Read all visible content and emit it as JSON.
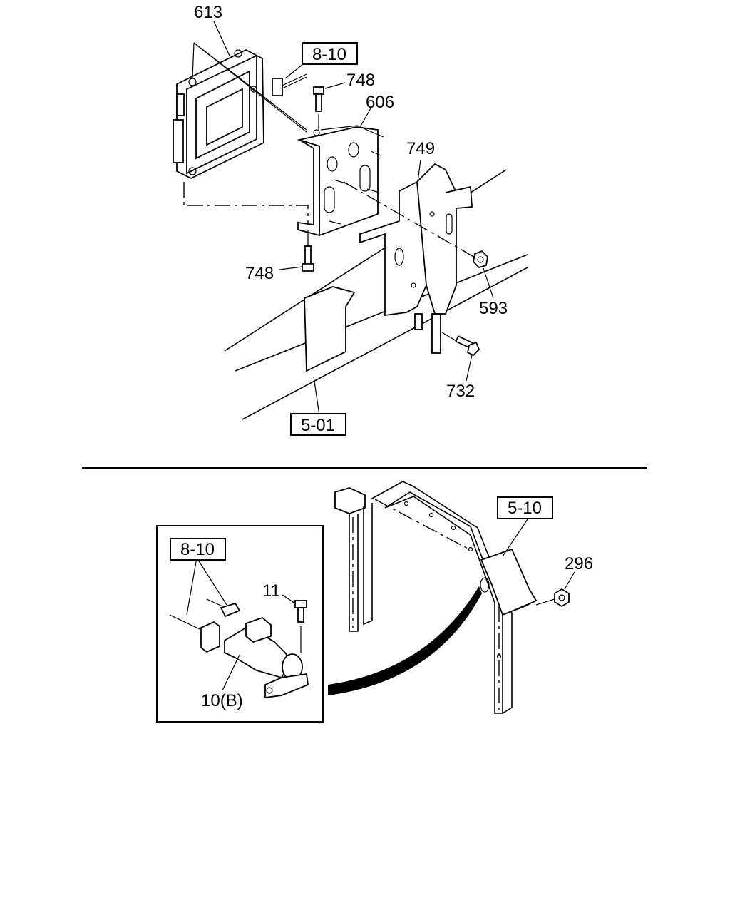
{
  "labels": {
    "p613": "613",
    "p748_top": "748",
    "p606": "606",
    "p749": "749",
    "p748_bottom": "748",
    "p593": "593",
    "p732": "732",
    "p11": "11",
    "p10b": "10(B)",
    "p296": "296"
  },
  "ref_boxes": {
    "r8_10_top": "8-10",
    "r5_01": "5-01",
    "r5_10": "5-10",
    "r8_10_inset": "8-10"
  }
}
